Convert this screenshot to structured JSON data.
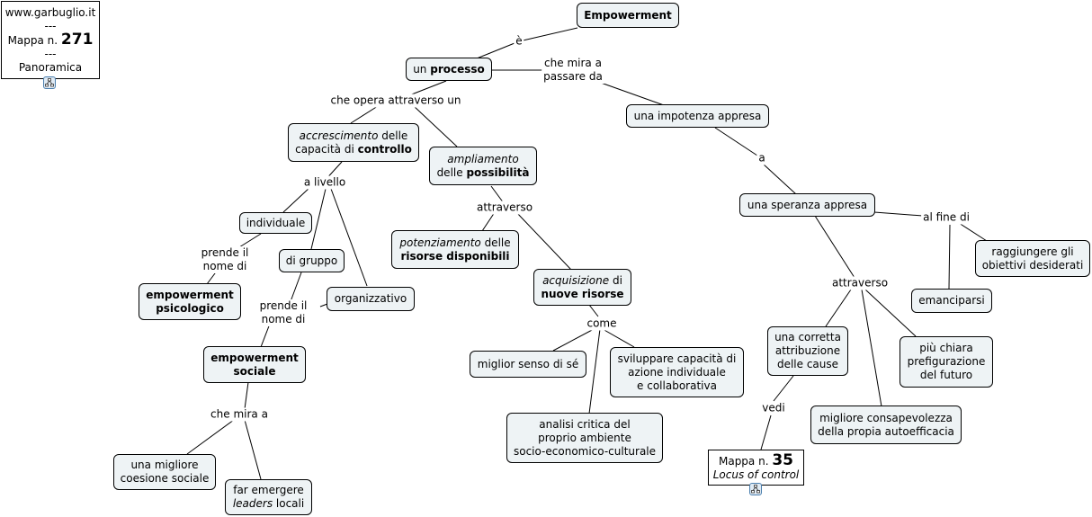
{
  "info_box": {
    "site": "www.garbuglio.it",
    "sep1": "---",
    "map_label": "Mappa n.",
    "map_number": "271",
    "sep2": "---",
    "view": "Panoramica"
  },
  "nodes": {
    "empowerment": "Empowerment",
    "processo": {
      "pre": "un ",
      "bold": "processo"
    },
    "impotenza": "una impotenza appresa",
    "speranza": "una speranza appresa",
    "accrescimento": {
      "it": "accrescimento",
      "mid": " delle",
      "l2": "capacità di ",
      "bold": "controllo"
    },
    "ampliamento": {
      "it": "ampliamento",
      "l2": "delle ",
      "bold": "possibilità"
    },
    "individuale": "individuale",
    "di_gruppo": "di gruppo",
    "organizzativo": "organizzativo",
    "emp_psicologico": {
      "l1": "empowerment",
      "l2": "psicologico"
    },
    "emp_sociale": {
      "l1": "empowerment",
      "l2": "sociale"
    },
    "potenziamento": {
      "it": "potenziamento",
      "mid": " delle",
      "bold": "risorse disponibili"
    },
    "acquisizione": {
      "it": "acquisizione",
      "mid": " di",
      "bold": "nuove risorse"
    },
    "senso_se": "miglior senso di sé",
    "sviluppare": {
      "l1": "sviluppare capacità di",
      "l2": "azione individuale",
      "l3": "e collaborativa"
    },
    "analisi": {
      "l1": "analisi critica del",
      "l2": "proprio ambiente",
      "l3": "socio-economico-culturale"
    },
    "coesione": {
      "l1": "una migliore",
      "l2": "coesione sociale"
    },
    "leaders": {
      "l1": "far emergere",
      "it": "leaders",
      "tail": " locali"
    },
    "obiettivi": {
      "l1": "raggiungere gli",
      "l2": "obiettivi desiderati"
    },
    "emanciparsi": "emanciparsi",
    "attribuzione": {
      "l1": "una corretta",
      "l2": "attribuzione",
      "l3": "delle cause"
    },
    "prefigurazione": {
      "l1": "più chiara",
      "l2": "prefigurazione",
      "l3": "del futuro"
    },
    "autoefficacia": {
      "l1": "migliore consapevolezza",
      "l2": "della propia autoefficacia"
    },
    "mappa35": {
      "label": "Mappa n.",
      "number": "35",
      "title": "Locus of control"
    }
  },
  "links": {
    "e": "è",
    "che_mira_passare": {
      "l1": "che mira a",
      "l2": "passare da"
    },
    "che_opera": "che opera attraverso un",
    "a": "a",
    "al_fine_di": "al fine di",
    "a_livello": "a livello",
    "prende_nome1": {
      "l1": "prende il",
      "l2": "nome di"
    },
    "prende_nome2": {
      "l1": "prende il",
      "l2": "nome di"
    },
    "che_mira_a": "che mira a",
    "attraverso1": "attraverso",
    "come": "come",
    "attraverso2": "attraverso",
    "vedi": "vedi"
  },
  "icons": [
    "concept-map-icon",
    "concept-map-icon"
  ]
}
